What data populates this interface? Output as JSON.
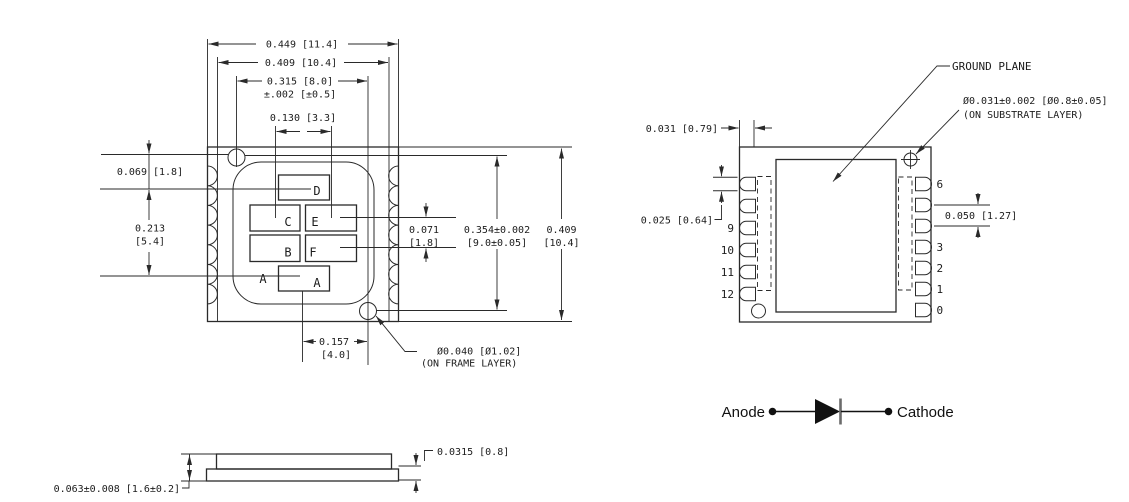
{
  "colors": {
    "line": "#2a2a2a",
    "text": "#1c1c1c"
  },
  "top_view": {
    "dim_overall_width": "0.449 [11.4]",
    "dim_body_width": "0.409 [10.4]",
    "dim_fiducial_x": "0.315 [8.0]",
    "dim_fiducial_x_tol": "±.002 [±0.5]",
    "dim_pad_pitch_x": "0.130 [3.3]",
    "dim_top_offset": "0.069 [1.8]",
    "dim_left_height_in": "0.213",
    "dim_left_height_mm": "[5.4]",
    "dim_pad_pitch_y_in": "0.071",
    "dim_pad_pitch_y_mm": "[1.8]",
    "dim_fiducial_y_in": "0.354±0.002",
    "dim_fiducial_y_mm": "[9.0±0.05]",
    "dim_body_height_in": "0.409",
    "dim_body_height_mm": "[10.4]",
    "dim_bottom_offset_in": "0.157",
    "dim_bottom_offset_mm": "[4.0]",
    "frame_hole_note_1": "Ø0.040 [Ø1.02]",
    "frame_hole_note_2": "(ON FRAME LAYER)",
    "pad_labels": {
      "d": "D",
      "c": "C",
      "e": "E",
      "b": "B",
      "f": "F",
      "a": "A"
    },
    "row_label_a": "A"
  },
  "bottom_view": {
    "ground_plane_label": "GROUND PLANE",
    "substrate_hole_note_1": "Ø0.031±0.002 [Ø0.8±0.05]",
    "substrate_hole_note_2": "(ON SUBSTRATE LAYER)",
    "dim_edge_offset": "0.031 [0.79]",
    "dim_pad_width": "0.025 [0.64]",
    "dim_pin_pitch": "0.050 [1.27]",
    "left_pins": [
      "9",
      "10",
      "11",
      "12"
    ],
    "right_pins": [
      "6",
      "3",
      "2",
      "1",
      "0"
    ]
  },
  "side_view": {
    "dim_total_thickness": "0.063±0.008 [1.6±0.2]",
    "dim_layer_thickness": "0.0315 [0.8]"
  },
  "schematic": {
    "anode_label": "Anode",
    "cathode_label": "Cathode"
  }
}
